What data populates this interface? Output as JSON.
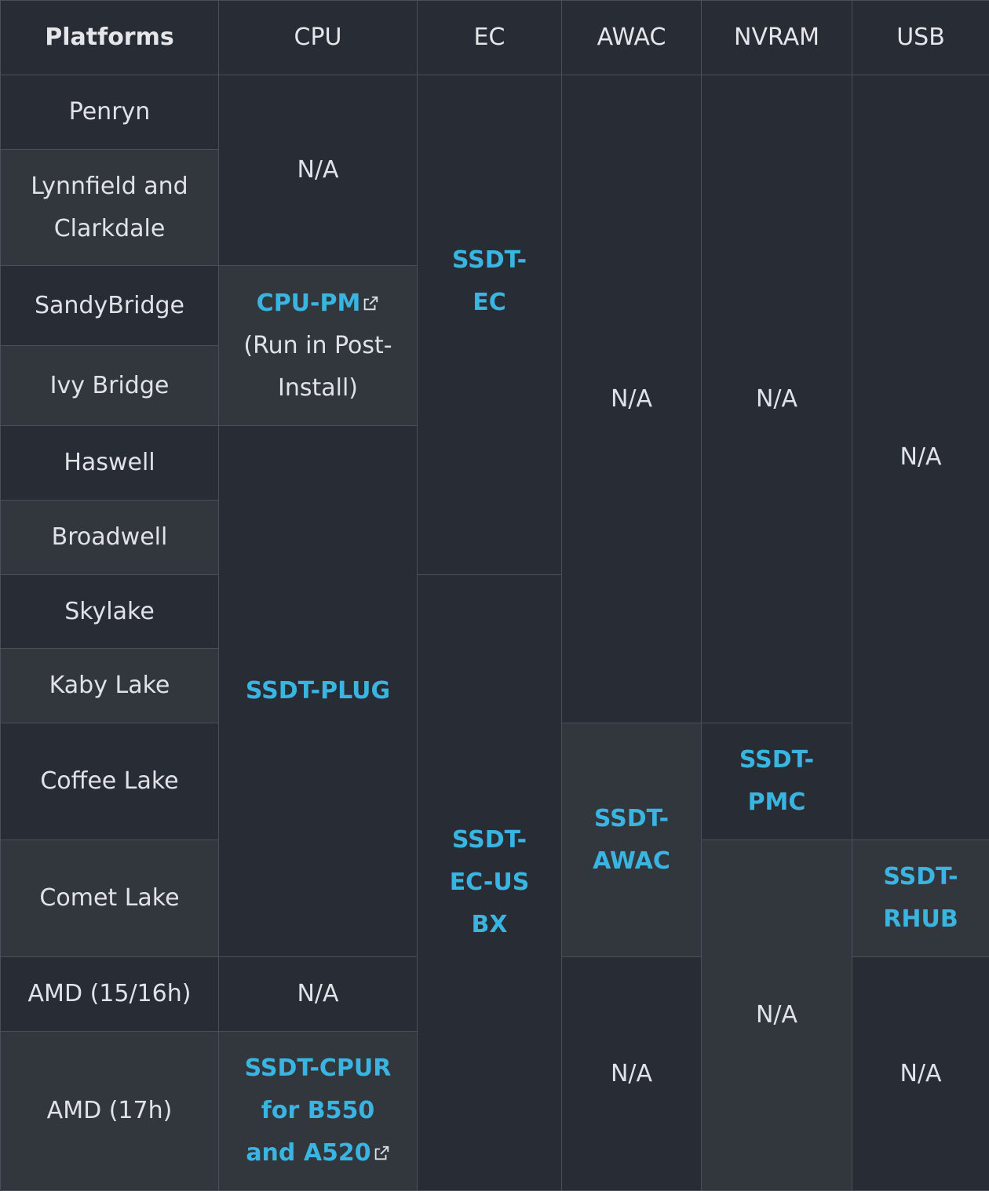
{
  "headers": [
    "Platforms",
    "CPU",
    "EC",
    "AWAC",
    "NVRAM",
    "USB"
  ],
  "platforms": [
    "Penryn",
    "Lynnfield and Clarkdale",
    "SandyBridge",
    "Ivy Bridge",
    "Haswell",
    "Broadwell",
    "Skylake",
    "Kaby Lake",
    "Coffee Lake",
    "Comet Lake",
    "AMD (15/16h)",
    "AMD (17h)"
  ],
  "cpu": {
    "na_top": "N/A",
    "cpu_pm": "CPU-PM",
    "cpu_pm_note": "(Run in Post-Install)",
    "ssdt_plug": "SSDT-PLUG",
    "na_amd": "N/A",
    "ssdt_cpur": "SSDT-CPUR for B550 and A520"
  },
  "ec": {
    "ssdt_ec": "SSDT-EC",
    "ssdt_ec_usbx": "SSDT-EC-USBX"
  },
  "awac": {
    "na_top": "N/A",
    "ssdt_awac": "SSDT-AWAC",
    "na_bottom": "N/A"
  },
  "nvram": {
    "na_top": "N/A",
    "ssdt_pmc": "SSDT-PMC",
    "na_bottom": "N/A"
  },
  "usb": {
    "na_top": "N/A",
    "ssdt_rhub": "SSDT-RHUB",
    "na_bottom": "N/A"
  },
  "colors": {
    "background": "#282c34",
    "alt_row": "#32373e",
    "border": "#4a4f58",
    "link": "#3ab4e0",
    "text": "#dfe2e7"
  },
  "icons": {
    "external_link": "external-link-icon"
  }
}
